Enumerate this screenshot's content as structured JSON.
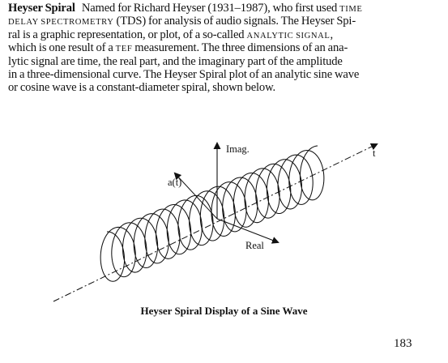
{
  "entry": {
    "term": "Heyser Spiral",
    "lines": [
      [
        "Named for Richard Heyser (1931–1987), who first used ",
        "TIME"
      ],
      [
        "DELAY SPECTROMETRY",
        " (TDS) for analysis of audio signals. The Heyser Spi-"
      ],
      [
        "ral is a graphic representation, or plot, of a so-called ",
        "ANALYTIC SIGNAL",
        ","
      ],
      [
        "which is one result of a ",
        "TEF",
        " measurement. The three dimensions of an ana-"
      ],
      [
        "lytic signal are time, the real part, and the imaginary part of the amplitude"
      ],
      [
        "in a three-dimensional curve. The Heyser Spiral plot of an analytic sine wave"
      ],
      [
        "or cosine wave is a constant-diameter spiral, shown below."
      ]
    ]
  },
  "figure": {
    "label_imag": "Imag.",
    "label_t": "t",
    "label_at": "a(t)",
    "label_real": "Real",
    "caption": "Heyser Spiral Display of a Sine Wave"
  },
  "page_number": "183"
}
